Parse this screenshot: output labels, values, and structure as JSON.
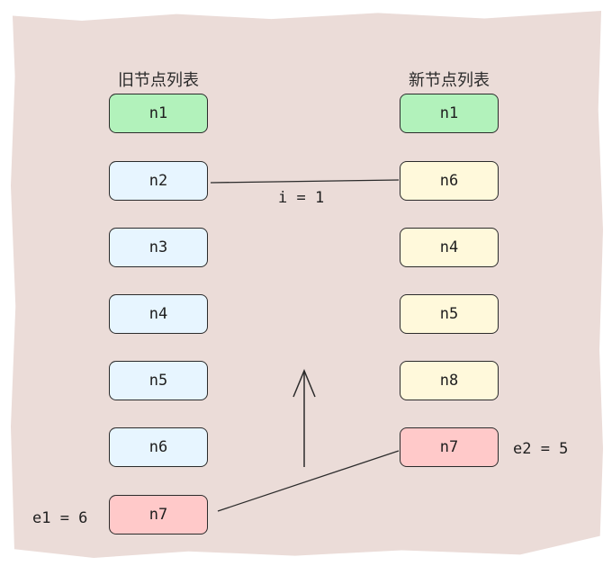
{
  "titles": {
    "old": "旧节点列表",
    "new": "新节点列表"
  },
  "colors": {
    "background": "#ebdcd8",
    "same": "#b2f2bb",
    "old_pending": "#e7f5ff",
    "new_pending": "#fff9db",
    "tail": "#ffc9c9",
    "stroke": "#2b2b2b"
  },
  "old_list": [
    {
      "label": "n1",
      "state": "same"
    },
    {
      "label": "n2",
      "state": "old_pending"
    },
    {
      "label": "n3",
      "state": "old_pending"
    },
    {
      "label": "n4",
      "state": "old_pending"
    },
    {
      "label": "n5",
      "state": "old_pending"
    },
    {
      "label": "n6",
      "state": "old_pending"
    },
    {
      "label": "n7",
      "state": "tail"
    }
  ],
  "new_list": [
    {
      "label": "n1",
      "state": "same"
    },
    {
      "label": "n6",
      "state": "new_pending"
    },
    {
      "label": "n4",
      "state": "new_pending"
    },
    {
      "label": "n5",
      "state": "new_pending"
    },
    {
      "label": "n8",
      "state": "new_pending"
    },
    {
      "label": "n7",
      "state": "tail"
    }
  ],
  "pointers": {
    "i": "i = 1",
    "e1": "e1 = 6",
    "e2": "e2 = 5"
  },
  "arrow_direction": "up"
}
